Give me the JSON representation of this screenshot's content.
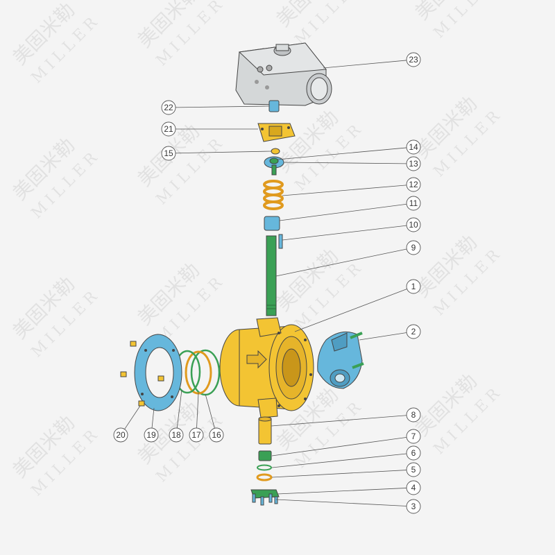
{
  "watermark": {
    "cn": "美固米勒",
    "en": "MILLER"
  },
  "colors": {
    "yellow": "#f3c433",
    "blue": "#66b7dc",
    "green": "#3aa055",
    "orange": "#e09a1e",
    "grey": "#cfd2d3",
    "background": "#f4f4f4"
  },
  "parts": [
    {
      "id": "part-1",
      "label": "1"
    },
    {
      "id": "part-2",
      "label": "2"
    },
    {
      "id": "part-3",
      "label": "3"
    },
    {
      "id": "part-4",
      "label": "4"
    },
    {
      "id": "part-5",
      "label": "5"
    },
    {
      "id": "part-6",
      "label": "6"
    },
    {
      "id": "part-7",
      "label": "7"
    },
    {
      "id": "part-8",
      "label": "8"
    },
    {
      "id": "part-9",
      "label": "9"
    },
    {
      "id": "part-10",
      "label": "10"
    },
    {
      "id": "part-11",
      "label": "11"
    },
    {
      "id": "part-12",
      "label": "12"
    },
    {
      "id": "part-13",
      "label": "13"
    },
    {
      "id": "part-14",
      "label": "14"
    },
    {
      "id": "part-15",
      "label": "15"
    },
    {
      "id": "part-16",
      "label": "16"
    },
    {
      "id": "part-17",
      "label": "17"
    },
    {
      "id": "part-18",
      "label": "18"
    },
    {
      "id": "part-19",
      "label": "19"
    },
    {
      "id": "part-20",
      "label": "20"
    },
    {
      "id": "part-21",
      "label": "21"
    },
    {
      "id": "part-22",
      "label": "22"
    },
    {
      "id": "part-23",
      "label": "23"
    }
  ]
}
